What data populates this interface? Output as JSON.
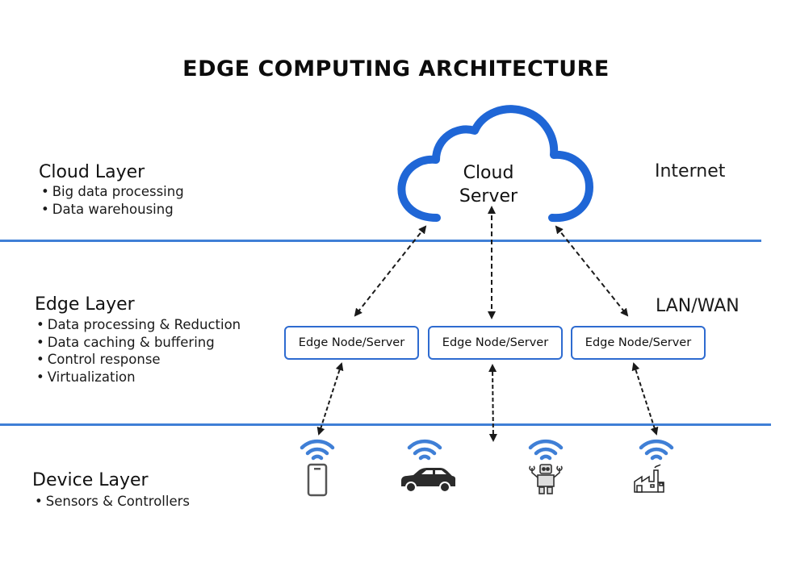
{
  "title": "EDGE COMPUTING ARCHITECTURE",
  "colors": {
    "accent_blue": "#3f7fd6",
    "cloud_blue": "#1f66d6",
    "node_border": "#2e6bd0",
    "arrow": "#1a1a1a",
    "device_icon": "#333333"
  },
  "layers": [
    {
      "name": "Cloud Layer",
      "bullets": [
        "Big data processing",
        "Data warehousing"
      ],
      "network_label": "Internet"
    },
    {
      "name": "Edge Layer",
      "bullets": [
        "Data processing & Reduction",
        "Data caching & buffering",
        "Control response",
        "Virtualization"
      ],
      "network_label": "LAN/WAN"
    },
    {
      "name": "Device Layer",
      "bullets": [
        "Sensors & Controllers"
      ]
    }
  ],
  "cloud": {
    "label_line1": "Cloud",
    "label_line2": "Server",
    "icon": "cloud-icon"
  },
  "edge_nodes": [
    {
      "label": "Edge Node/Server"
    },
    {
      "label": "Edge Node/Server"
    },
    {
      "label": "Edge Node/Server"
    }
  ],
  "devices": [
    {
      "type": "smartphone",
      "icon": "smartphone-icon",
      "wireless": true
    },
    {
      "type": "car",
      "icon": "car-icon",
      "wireless": true
    },
    {
      "type": "robot",
      "icon": "robot-icon",
      "wireless": true
    },
    {
      "type": "factory",
      "icon": "factory-icon",
      "wireless": true
    }
  ],
  "connections": [
    {
      "from": "cloud",
      "to": "edge_node_1",
      "style": "dashed",
      "bidirectional": true
    },
    {
      "from": "cloud",
      "to": "edge_node_2",
      "style": "dashed",
      "bidirectional": true
    },
    {
      "from": "cloud",
      "to": "edge_node_3",
      "style": "dashed",
      "bidirectional": true
    },
    {
      "from": "edge_node_1",
      "to": "smartphone",
      "style": "dashed",
      "bidirectional": true
    },
    {
      "from": "edge_node_2",
      "to": "device_layer",
      "style": "dashed",
      "bidirectional": true
    },
    {
      "from": "edge_node_3",
      "to": "factory",
      "style": "dashed",
      "bidirectional": true
    }
  ]
}
